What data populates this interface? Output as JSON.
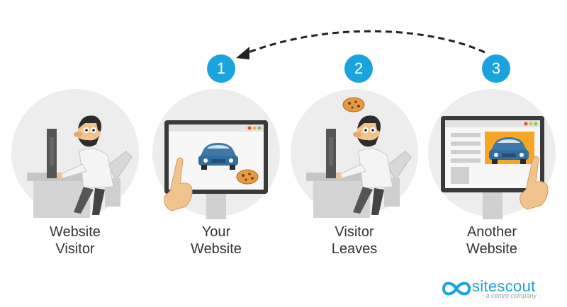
{
  "steps": [
    {
      "number": "",
      "caption_line1": "Website",
      "caption_line2": "Visitor"
    },
    {
      "number": "1",
      "caption_line1": "Your",
      "caption_line2": "Website"
    },
    {
      "number": "2",
      "caption_line1": "Visitor",
      "caption_line2": "Leaves"
    },
    {
      "number": "3",
      "caption_line1": "Another",
      "caption_line2": "Website"
    }
  ],
  "brand": {
    "name": "sitescout",
    "tagline": "- a centro company -"
  },
  "colors": {
    "accent": "#1aa3dc",
    "circle": "#ededed",
    "text": "#333333",
    "cookie": "#e49a42"
  }
}
